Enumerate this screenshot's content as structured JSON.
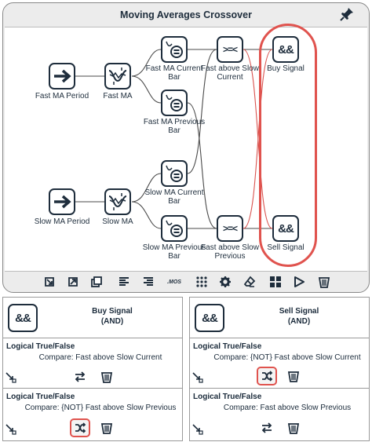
{
  "canvas": {
    "title": "Moving Averages Crossover",
    "nodes": {
      "fast_ma_period": "Fast MA Period",
      "fast_ma": "Fast MA",
      "fast_ma_current_bar": "Fast MA Current Bar",
      "fast_ma_previous_bar": "Fast MA Previous Bar",
      "fast_above_slow_current": "Fast above Slow Current",
      "buy_signal": "Buy Signal",
      "slow_ma_period": "Slow MA Period",
      "slow_ma": "Slow MA",
      "slow_ma_current_bar": "Slow MA Current Bar",
      "slow_ma_previous_bar": "Slow MA Previous Bar",
      "fast_above_slow_previous": "Fast above Slow Previous",
      "sell_signal": "Sell Signal"
    },
    "icons": {
      "and": "&&",
      "compare": ">=<"
    },
    "toolbar": {
      "mos_label": ".MOS"
    }
  },
  "buy_panel": {
    "title": "Buy Signal",
    "subtitle": "(AND)",
    "conditions": [
      {
        "title": "Logical True/False",
        "compare": "Compare: Fast above Slow Current"
      },
      {
        "title": "Logical True/False",
        "compare": "Compare: {NOT} Fast above Slow Previous"
      }
    ]
  },
  "sell_panel": {
    "title": "Sell Signal",
    "subtitle": "(AND)",
    "conditions": [
      {
        "title": "Logical True/False",
        "compare": "Compare: {NOT} Fast above Slow Current"
      },
      {
        "title": "Logical True/False",
        "compare": "Compare: Fast above Slow Previous"
      }
    ]
  },
  "colors": {
    "node_border": "#1e2d3c",
    "highlight": "#e0534e",
    "wire": "#4a4a4a",
    "wire_red": "#d9534f"
  }
}
